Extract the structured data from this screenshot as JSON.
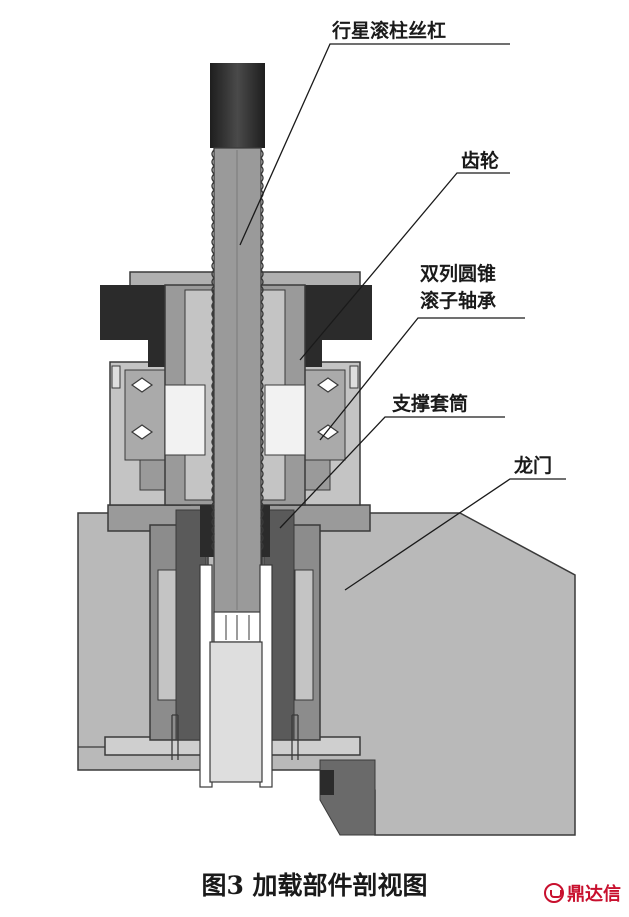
{
  "labels": {
    "roller_screw": "行星滚柱丝杠",
    "gear": "齿轮",
    "bearing_line1": "双列圆锥",
    "bearing_line2": "滚子轴承",
    "support_sleeve": "支撑套筒",
    "gantry": "龙门"
  },
  "caption": "图3  加载部件剖视图",
  "watermark": "鼎达信",
  "colors": {
    "outline": "#3a3a3a",
    "dark_part": "#2b2b2b",
    "mid_gray": "#8c8c8c",
    "light_gray": "#c4c4c4",
    "pale_gray": "#dedede",
    "gantry": "#b9b9b9",
    "watermark": "#c8102e"
  }
}
